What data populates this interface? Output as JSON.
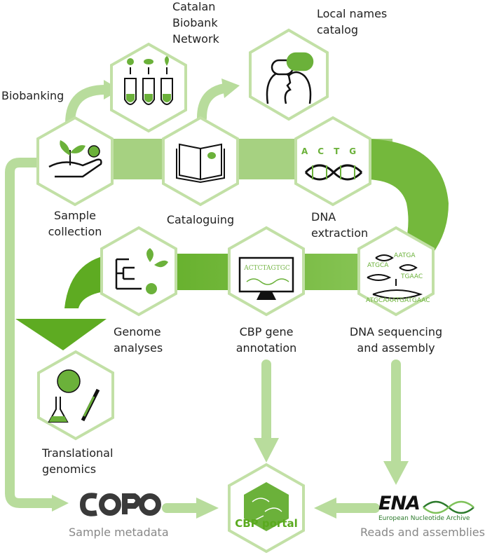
{
  "labels": {
    "biobanking": "Biobanking",
    "catalan_biobank": "Catalan\nBiobank\nNetwork",
    "local_names": "Local names\ncatalog",
    "sample_collection": "Sample\ncollection",
    "cataloguing": "Cataloguing",
    "dna_extraction": "DNA\nextraction",
    "genome_analyses": "Genome\nanalyses",
    "cbp_gene_annotation": "CBP gene\nannotation",
    "dna_sequencing": "DNA sequencing\nand assembly",
    "translational_genomics": "Translational\ngenomics",
    "sample_metadata": "Sample metadata",
    "reads_assemblies": "Reads and assemblies"
  },
  "logos": {
    "copo": "COPO",
    "ena": "ENA",
    "ena_sub": "European Nucleotide Archive",
    "cbp_portal": "CBP portal"
  },
  "icon_text": {
    "screen_seq": "ACTCTAGTGC",
    "actg": "ACTG",
    "seq1": "AATGA",
    "seq2": "ATGCA",
    "seq3": "TGAAC",
    "seq4": "ATGCAAATGATGAAC"
  },
  "colors": {
    "light_green": "#b5d99a",
    "dark_green": "#6bb13a",
    "hex_border": "#c2e0a6",
    "text": "#222222",
    "grey_text": "#888888"
  }
}
